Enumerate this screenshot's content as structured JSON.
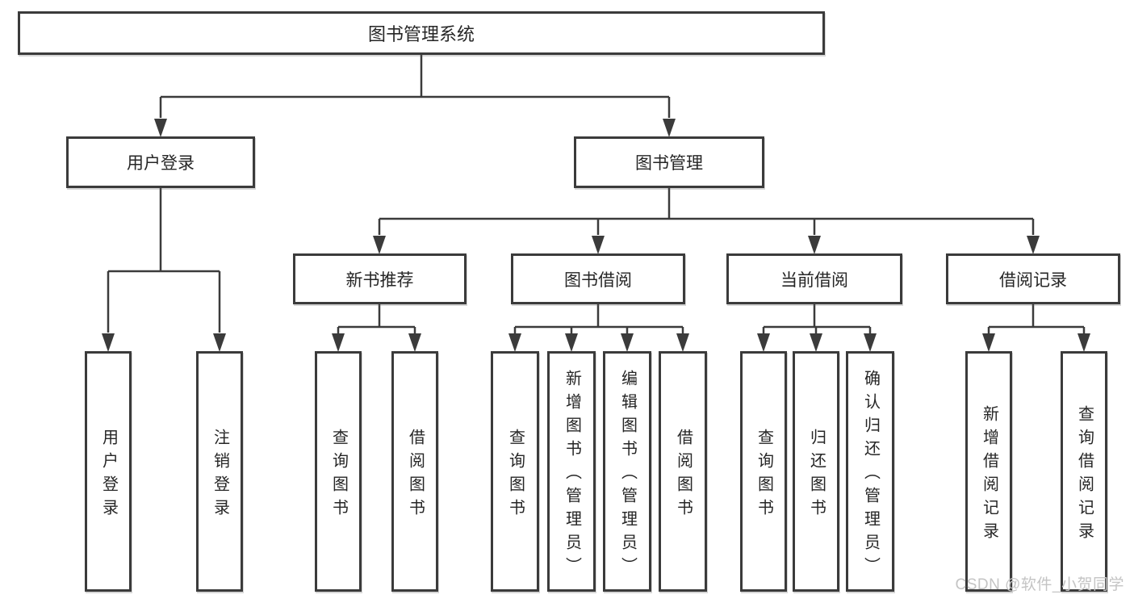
{
  "diagram": {
    "root": {
      "label": "图书管理系统"
    },
    "branches": [
      {
        "label": "用户登录",
        "children": [
          {
            "label": "用户登录"
          },
          {
            "label": "注销登录"
          }
        ]
      },
      {
        "label": "图书管理",
        "children": [
          {
            "label": "新书推荐",
            "children": [
              {
                "label": "查询图书"
              },
              {
                "label": "借阅图书"
              }
            ]
          },
          {
            "label": "图书借阅",
            "children": [
              {
                "label": "查询图书"
              },
              {
                "label": "新增图书（管理员）"
              },
              {
                "label": "编辑图书（管理员）"
              },
              {
                "label": "借阅图书"
              }
            ]
          },
          {
            "label": "当前借阅",
            "children": [
              {
                "label": "查询图书"
              },
              {
                "label": "归还图书"
              },
              {
                "label": "确认归还（管理员）"
              }
            ]
          },
          {
            "label": "借阅记录",
            "children": [
              {
                "label": "新增借阅记录"
              },
              {
                "label": "查询借阅记录"
              }
            ]
          }
        ]
      }
    ]
  },
  "watermark": {
    "text": "CSDN @软件_小贺同学"
  },
  "colors": {
    "line": "#3b3b3b",
    "text": "#262626",
    "background": "#ffffff",
    "watermark": "#c4c4c4"
  }
}
